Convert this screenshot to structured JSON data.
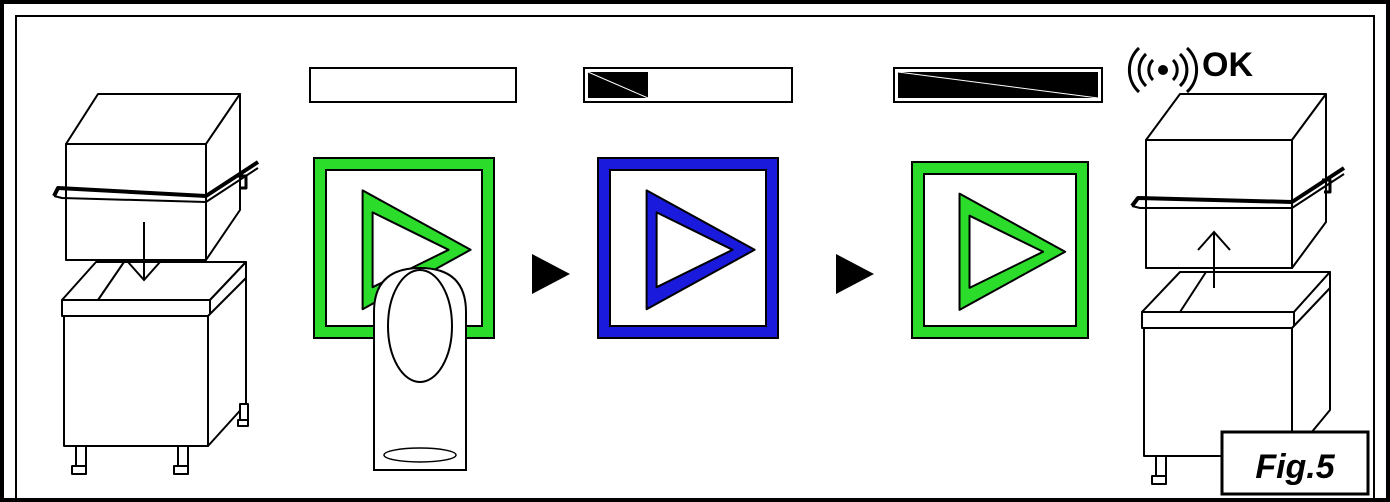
{
  "figure": {
    "label": "Fig.5",
    "signal_text": "OK"
  },
  "progress_steps": [
    {
      "name": "empty",
      "fill": 0
    },
    {
      "name": "partial",
      "fill": 0.3
    },
    {
      "name": "full",
      "fill": 1
    }
  ],
  "play_buttons": [
    {
      "state": "ready",
      "color": "#2bdc2b"
    },
    {
      "state": "running",
      "color": "#1a1adc"
    },
    {
      "state": "done",
      "color": "#2bdc2b"
    }
  ],
  "icons": {
    "signal": "wireless-signal-icon",
    "finger": "finger-press-icon",
    "step_arrow": "next-arrow-icon",
    "lid_down": "lid-down-arrow-icon",
    "lid_up": "lid-up-arrow-icon",
    "machine": "hood-dishwasher-icon"
  },
  "colors": {
    "outline": "#000000",
    "background": "#ffffff",
    "progress_fill": "#000000"
  }
}
